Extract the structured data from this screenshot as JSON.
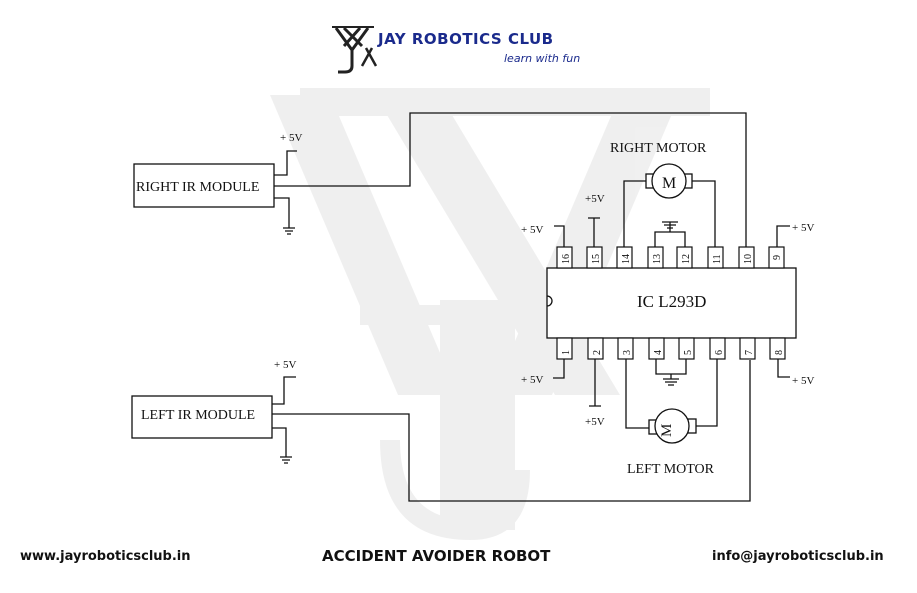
{
  "header": {
    "logo_letters": "JAJ",
    "brand_name": "JAY ROBOTICS CLUB",
    "tagline": "learn with fun",
    "brand_color": "#1a2a8c"
  },
  "diagram": {
    "ic_label": "IC L293D",
    "right_ir_module": "RIGHT IR MODULE",
    "left_ir_module": "LEFT  IR MODULE",
    "right_motor_label": "RIGHT MOTOR",
    "left_motor_label": "LEFT  MOTOR",
    "motor_symbol": "M",
    "supply_labels": {
      "right_ir": "+ 5V",
      "left_ir": "+ 5V",
      "pin16": "+ 5V",
      "pin15": "+5V",
      "pin9": "+ 5V",
      "pin1": "+ 5V",
      "pin2": "+5V",
      "pin8": "+ 5V"
    },
    "top_pins": [
      "16",
      "15",
      "14",
      "13",
      "12",
      "11",
      "10",
      "9"
    ],
    "bottom_pins": [
      "1",
      "2",
      "3",
      "4",
      "5",
      "6",
      "7",
      "8"
    ]
  },
  "footer": {
    "website": "www.jayroboticsclub.in",
    "title": "ACCIDENT AVOIDER ROBOT",
    "email": "info@jayroboticsclub.in"
  },
  "watermark_letters": "JAJ"
}
